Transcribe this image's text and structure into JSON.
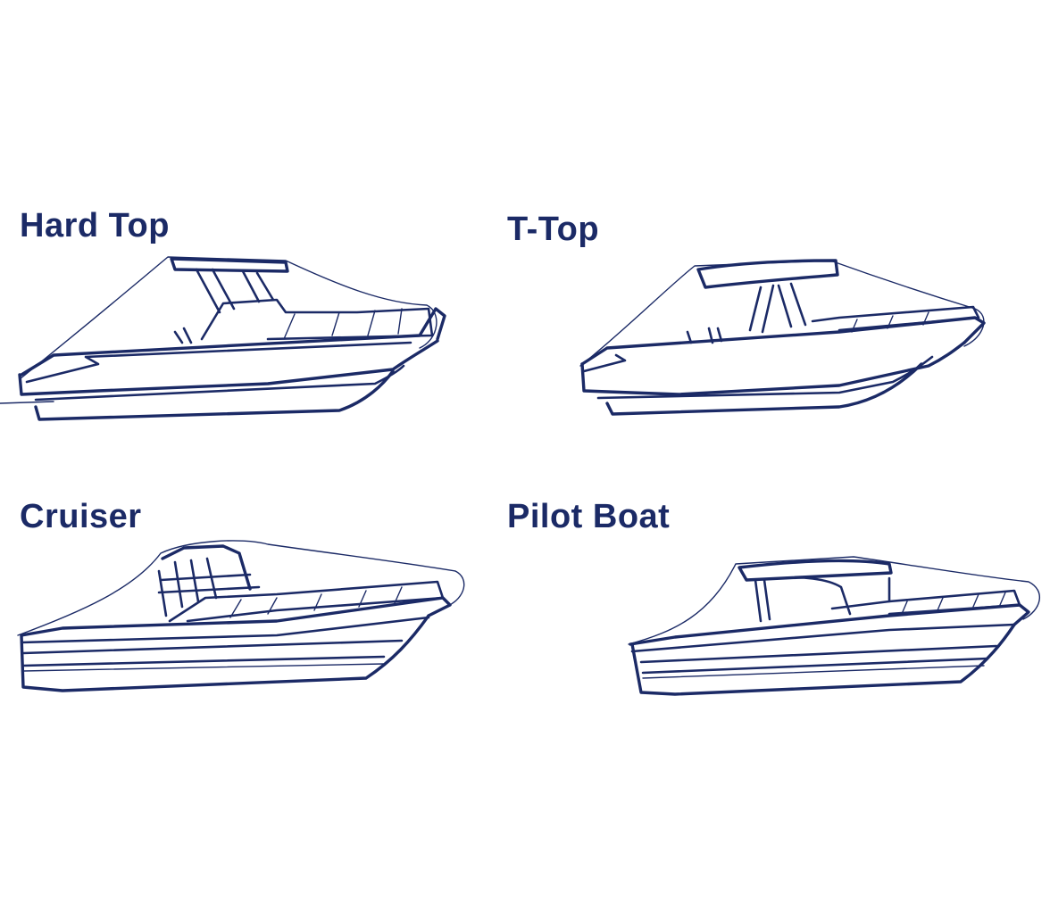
{
  "stroke_color": "#1b2a66",
  "boats": [
    {
      "label": "Hard Top",
      "icon": "hard-top-boat-icon"
    },
    {
      "label": "T-Top",
      "icon": "t-top-boat-icon"
    },
    {
      "label": "Cruiser",
      "icon": "cruiser-boat-icon"
    },
    {
      "label": "Pilot Boat",
      "icon": "pilot-boat-icon"
    }
  ]
}
